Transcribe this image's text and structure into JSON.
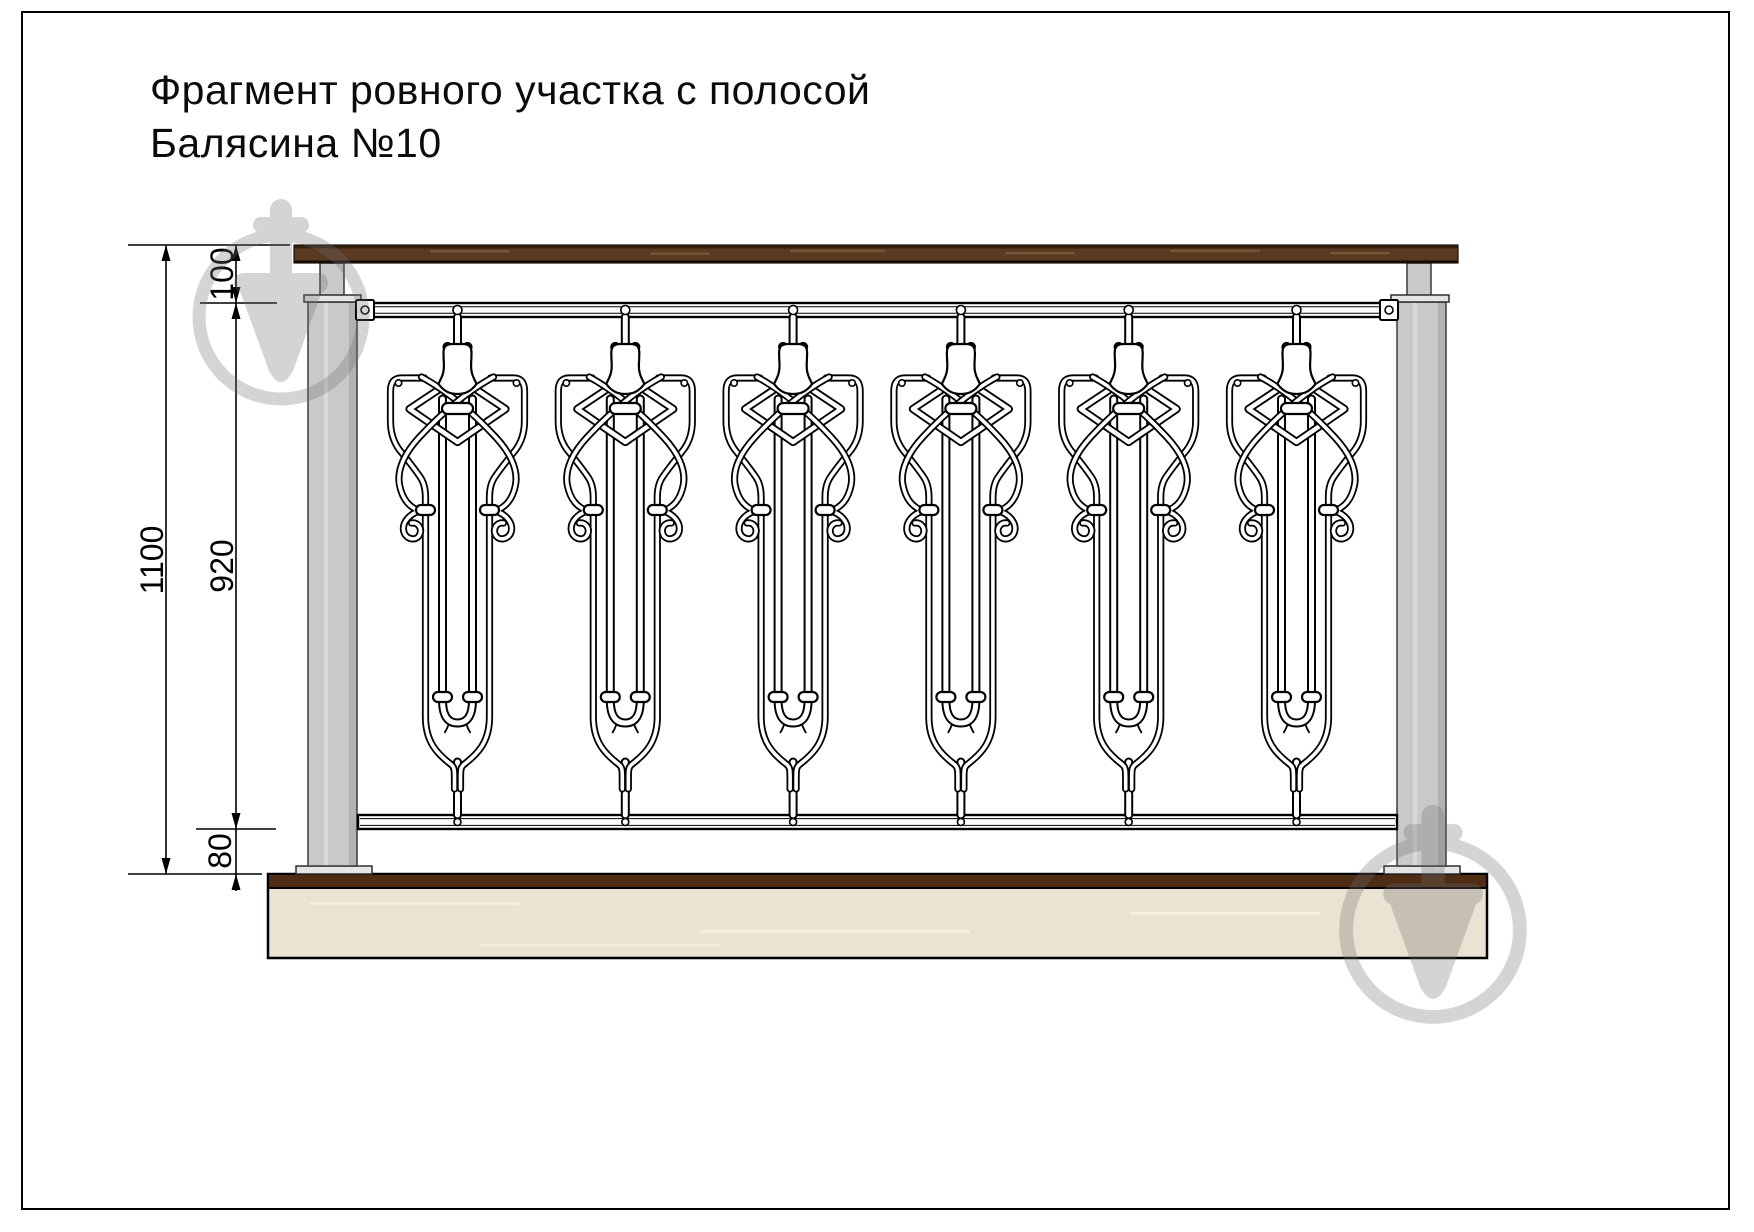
{
  "title": {
    "line1": "Фрагмент ровного участка с полосой",
    "line2": "Балясина №10"
  },
  "dimensions": {
    "overall_height": "1100",
    "infill_height": "920",
    "handrail_offset": "100",
    "bottom_gap": "80"
  },
  "structure": {
    "baluster_count": 6,
    "post_count": 2,
    "watermark_count": 2
  },
  "colors": {
    "line": "#000000",
    "handrail_wood": "#5b3a22",
    "handrail_edge": "#33200f",
    "wood_streak": "#7d5a3b",
    "foundation": "#eae2d2",
    "foundation_trim": "#4f2d15",
    "foundation_streak": "#f6f1e4",
    "post": "#c7c9cb",
    "post_shade": "#b0b2b4",
    "post_highlight": "#dcdee0",
    "plate": "#e4e5e6",
    "watermark": "#6e6e6e"
  }
}
